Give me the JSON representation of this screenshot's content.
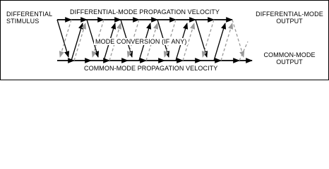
{
  "labels": {
    "diff_stimulus_line1": "DIFFERENTIAL",
    "diff_stimulus_line2": "STIMULUS",
    "diff_velocity": "DIFFERENTIAL-MODE PROPAGATION VELOCITY",
    "diff_output_line1": "DIFFERENTIAL-MODE",
    "diff_output_line2": "OUTPUT",
    "mode_conversion": "MODE CONVERSION (IF ANY)",
    "cm_output_line1": "COMMON-MODE",
    "cm_output_line2": "OUTPUT",
    "cm_velocity": "COMMON-MODE PROPAGATION VELOCITY"
  },
  "colors": {
    "line": "#000000",
    "dashed": "#999999",
    "background": "#ffffff"
  }
}
